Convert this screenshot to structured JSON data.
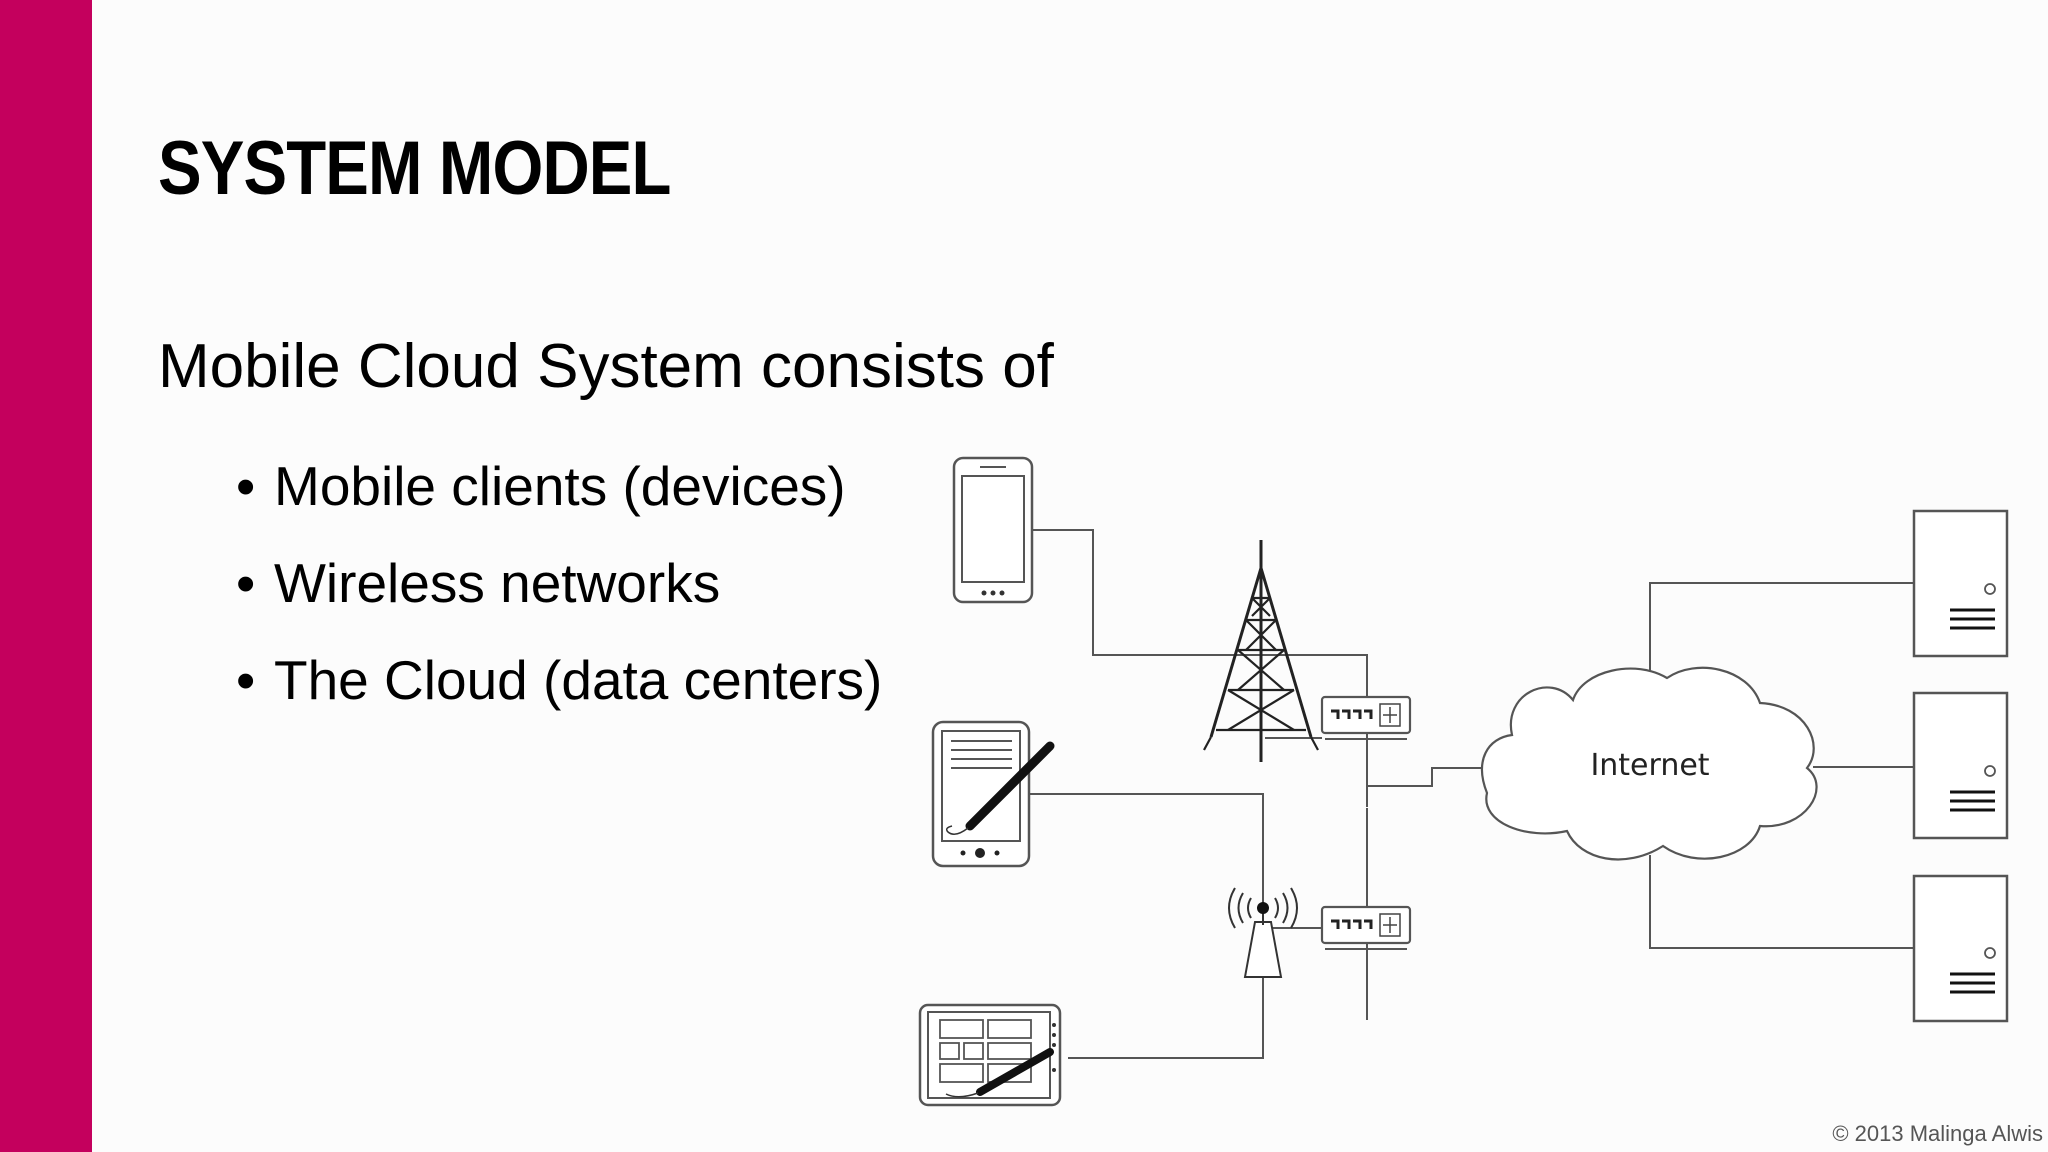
{
  "slide": {
    "title": "SYSTEM MODEL",
    "subtitle": "Mobile Cloud System consists of",
    "bullets": [
      "Mobile clients (devices)",
      "Wireless networks",
      "The Cloud (data centers)"
    ],
    "copyright": "© 2013 Malinga Alwis",
    "accent_color": "#c4005d"
  },
  "diagram": {
    "internet_label": "Internet",
    "icons": [
      "smartphone-icon",
      "pda-stylus-icon",
      "tablet-stylus-icon",
      "cell-tower-icon",
      "wireless-antenna-icon",
      "router-icon",
      "server-icon"
    ]
  }
}
